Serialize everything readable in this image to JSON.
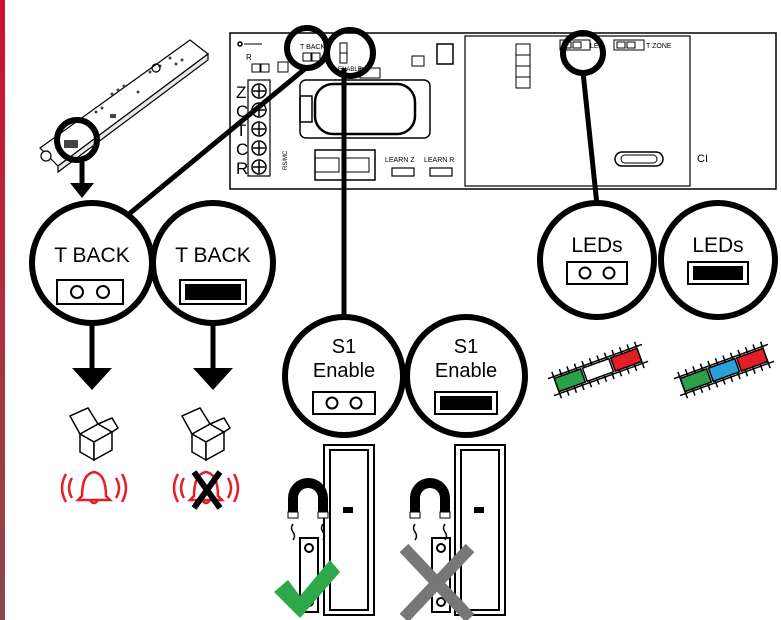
{
  "board": {
    "terminals": [
      "Z",
      "C",
      "T",
      "C",
      "R"
    ],
    "label_r": "R",
    "label_tback": "T BACK",
    "label_enable": "ENABLE",
    "label_rsmc": "RS/MC",
    "label_learn_z": "LEARN Z",
    "label_learn_r": "LEARN R",
    "label_led": "LED",
    "label_tzone": "T ZONE",
    "label_ci": "CI"
  },
  "circles": {
    "tback_open": {
      "label": "T BACK"
    },
    "tback_closed": {
      "label": "T BACK"
    },
    "s1_open": {
      "line1": "S1",
      "line2": "Enable"
    },
    "s1_closed": {
      "line1": "S1",
      "line2": "Enable"
    },
    "leds_open": {
      "label": "LEDs"
    },
    "leds_closed": {
      "label": "LEDs"
    }
  },
  "colors": {
    "accent_bar": "#c8102e",
    "alarm_red": "#e41e26",
    "check_green": "#2ea84a",
    "cross_gray": "#777777",
    "led_green": "#2aa04a",
    "led_red": "#e41e26",
    "led_blue": "#2a9fd8",
    "ink": "#000000"
  },
  "icons": [
    "alarm-bell-icon",
    "tamper-box-icon",
    "magnet-icon",
    "checkmark-icon",
    "cross-icon",
    "led-strip-icon",
    "door-sensor-icon"
  ]
}
